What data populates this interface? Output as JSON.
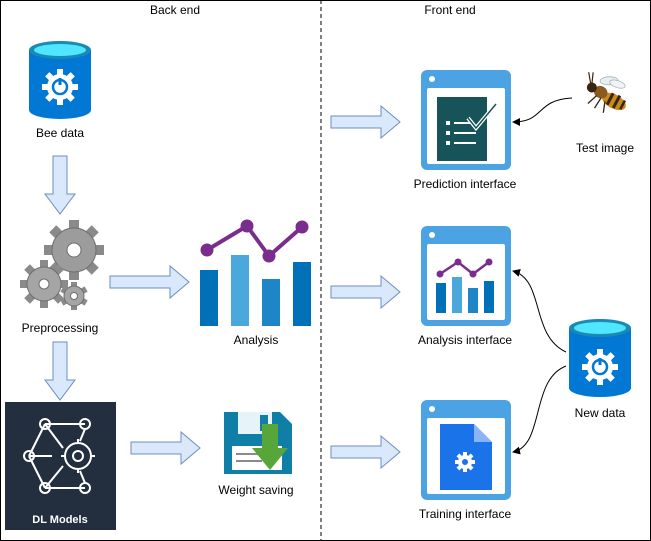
{
  "headers": {
    "back_end": "Back end",
    "front_end": "Front end"
  },
  "nodes": {
    "bee_data": "Bee data",
    "preprocessing": "Preprocessing",
    "dl_models": "DL Models",
    "analysis": "Analysis",
    "weight_saving": "Weight saving",
    "prediction_interface": "Prediction interface",
    "analysis_interface": "Analysis interface",
    "training_interface": "Training interface",
    "test_image": "Test image",
    "new_data": "New data"
  },
  "icons": {
    "bee_data": "database-gear-icon",
    "preprocessing": "gears-icon",
    "dl_models": "neural-network-gear-icon",
    "analysis": "bar-line-chart-icon",
    "weight_saving": "disk-download-icon",
    "prediction_interface": "checklist-window-icon",
    "analysis_interface": "chart-window-icon",
    "training_interface": "document-gear-window-icon",
    "test_image": "bee-icon",
    "new_data": "database-gear-icon"
  },
  "colors": {
    "database_blue": "#0078d4",
    "database_top": "#50e6ff",
    "window_blue": "#1a73e8",
    "window_frame": "#4ba3e3",
    "teal_panel": "#16545a",
    "arrow_fill": "#dae8fc",
    "arrow_stroke": "#6c8ebf",
    "chart_purple": "#7b2d8e",
    "dl_panel": "#232f3e",
    "disk_blue": "#0f7fa8",
    "download_green": "#57a639"
  }
}
